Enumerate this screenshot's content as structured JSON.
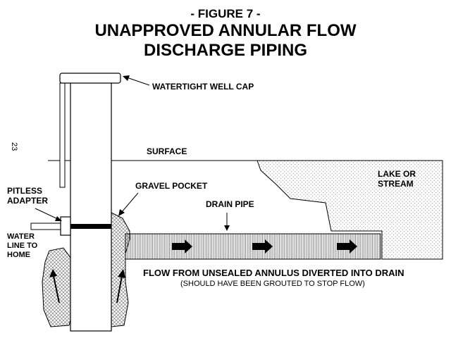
{
  "figure": {
    "number": "- FIGURE 7 -",
    "title_line1": "UNAPPROVED ANNULAR FLOW",
    "title_line2": "DISCHARGE PIPING"
  },
  "page_number": "23",
  "labels": {
    "well_cap": "WATERTIGHT WELL CAP",
    "surface": "SURFACE",
    "pitless_line1": "PITLESS",
    "pitless_line2": "ADAPTER",
    "gravel_pocket": "GRAVEL POCKET",
    "drain_pipe": "DRAIN PIPE",
    "lake_line1": "LAKE OR",
    "lake_line2": "STREAM",
    "water_line1": "WATER",
    "water_line2": "LINE TO",
    "water_line3": "HOME"
  },
  "caption": {
    "main": "FLOW FROM UNSEALED ANNULUS DIVERTED INTO DRAIN",
    "sub": "(SHOULD HAVE BEEN GROUTED TO STOP FLOW)"
  },
  "colors": {
    "line": "#000000",
    "background": "#ffffff",
    "hatch": "#444444",
    "stipple": "#888888"
  },
  "icons": {
    "flow_arrow": "right-arrow-icon",
    "annulus_arrow": "up-arrow-icon"
  }
}
